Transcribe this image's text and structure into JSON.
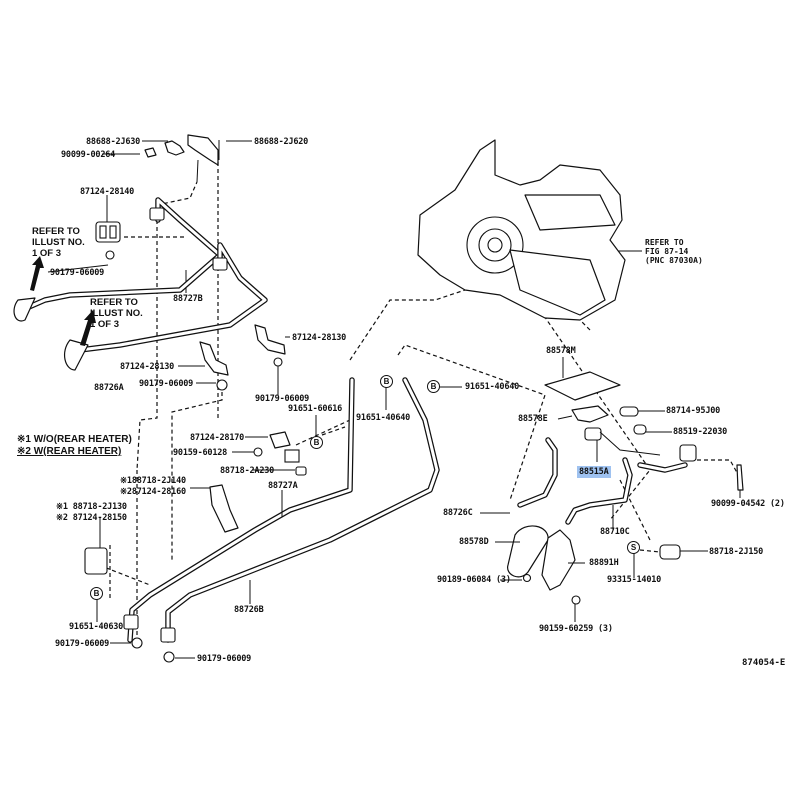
{
  "diagram": {
    "figure_id": "874054-E",
    "notes": {
      "note1": "※1  W/O(REAR HEATER)",
      "note2": "※2  W(REAR HEATER)"
    },
    "refer_texts": {
      "refer_left_1": "REFER TO\nILLUST NO.\n1 OF 3",
      "refer_left_2": "REFER TO\nILLUST NO.\n1 OF 3",
      "refer_unit": "REFER TO\nFIG 87-14\n(PNC 87030A)"
    },
    "badges": {
      "b1": "B",
      "b2": "B",
      "b3": "B",
      "b4": "B",
      "s1": "S"
    },
    "part_labels": {
      "p_88688_2J630": "88688-2J630",
      "p_90099_00264": "90099-00264",
      "p_88688_2J620": "88688-2J620",
      "p_87124_28140": "87124-28140",
      "p_90179_06009_a": "90179-06009",
      "p_88727B": "88727B",
      "p_87124_28130_a": "87124-28130",
      "p_87124_28130_b": "87124-28130",
      "p_88726A": "88726A",
      "p_90179_06009_b": "90179-06009",
      "p_90179_06009_c": "90179-06009",
      "p_91651_60616": "91651-60616",
      "p_91651_40640_a": "91651-40640",
      "p_91651_40640_b": "91651-40640",
      "p_87124_28170": "87124-28170",
      "p_90159_60128": "90159-60128",
      "p_88718_2A230": "88718-2A230",
      "p_88727A": "88727A",
      "p_note_88718_2J140": "※188718-2J140",
      "p_note_87124_28160": "※287124-28160",
      "p_note_88718_2J130": "※1 88718-2J130",
      "p_note_87124_28150": "※2 87124-28150",
      "p_91651_40630": "91651-40630",
      "p_90179_06009_d": "90179-06009",
      "p_88726B": "88726B",
      "p_90179_06009_e": "90179-06009",
      "p_88578M": "88578M",
      "p_88578E": "88578E",
      "p_88714_95J00": "88714-95J00",
      "p_88519_22030": "88519-22030",
      "p_88515A": "88515A",
      "p_90099_04542": "90099-04542 (2)",
      "p_88726C": "88726C",
      "p_88710C": "88710C",
      "p_88578D": "88578D",
      "p_88891H": "88891H",
      "p_88718_2J150": "88718-2J150",
      "p_93315_14010": "93315-14010",
      "p_90189_06084": "90189-06084 (3)",
      "p_90159_60259": "90159-60259 (3)"
    },
    "highlight_color": "#9fc2f0"
  }
}
